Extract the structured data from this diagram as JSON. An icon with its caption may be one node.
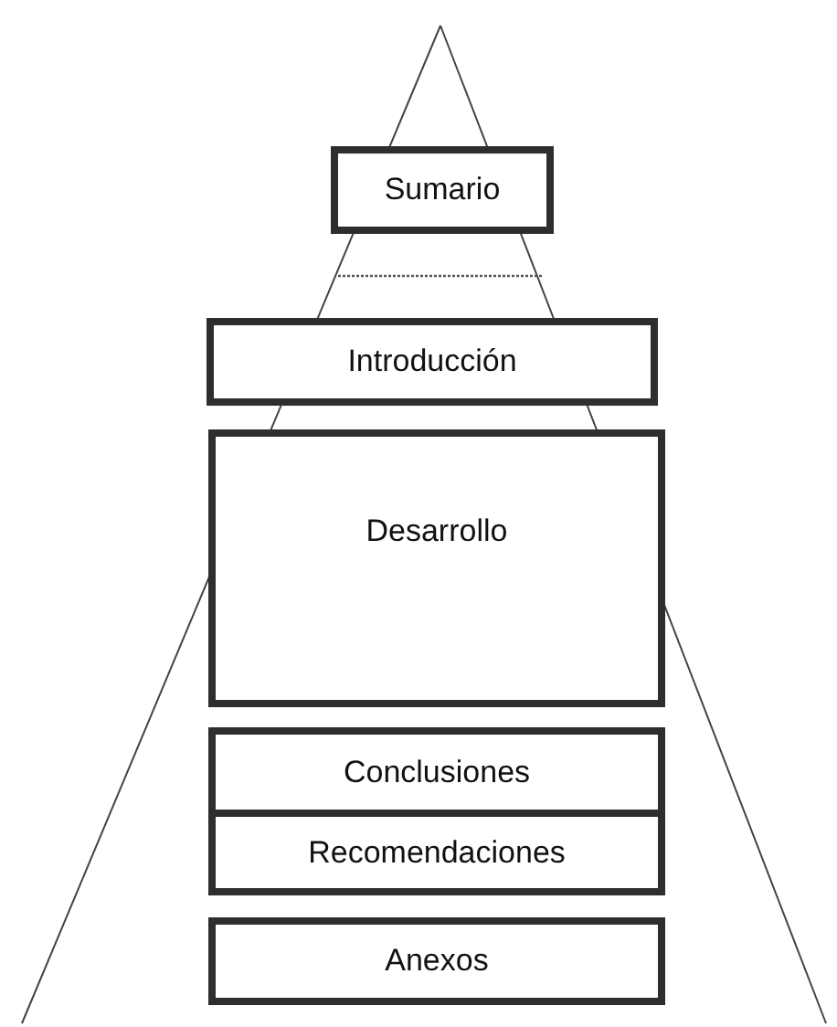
{
  "diagram": {
    "nodes": [
      {
        "text": [
          "Sumario"
        ]
      },
      {
        "text": [
          "Introducción"
        ]
      },
      {
        "text": [
          "Desarrollo"
        ]
      },
      {
        "text": [
          "Conclusiones"
        ]
      },
      {
        "text": [
          "Recomendaciones"
        ]
      },
      {
        "text": [
          "Anexos"
        ]
      }
    ]
  }
}
